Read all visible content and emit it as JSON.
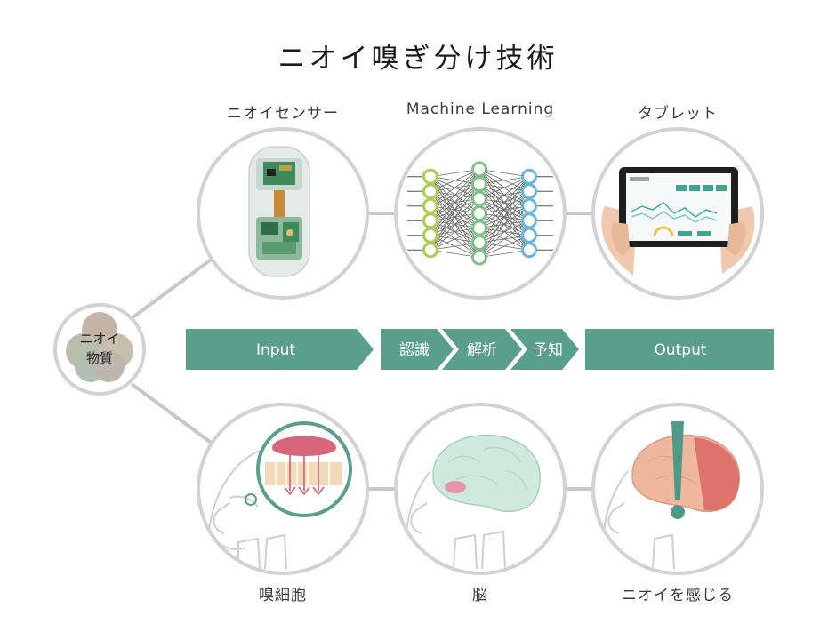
{
  "title": "ニオイ嗅ぎ分け技術",
  "colors": {
    "teal": "#5a9e8c",
    "circle_border": "#d2d2d2",
    "connector": "#c8c8c8",
    "label_text": "#3a3a3a"
  },
  "top_row": [
    {
      "label": "ニオイセンサー",
      "icon": "odor-sensor-device"
    },
    {
      "label": "Machine Learning",
      "icon": "neural-network"
    },
    {
      "label": "タブレット",
      "icon": "tablet-dashboard"
    }
  ],
  "bottom_row": [
    {
      "label": "嗅細胞",
      "icon": "olfactory-cell-head"
    },
    {
      "label": "脳",
      "icon": "brain-head"
    },
    {
      "label": "ニオイを感じる",
      "icon": "brain-exclamation-head"
    }
  ],
  "source": {
    "label": "ニオイ\n物質",
    "icon": "odor-substance-blob"
  },
  "flow": {
    "input": "Input",
    "steps": [
      "認識",
      "解析",
      "予知"
    ],
    "output": "Output"
  }
}
